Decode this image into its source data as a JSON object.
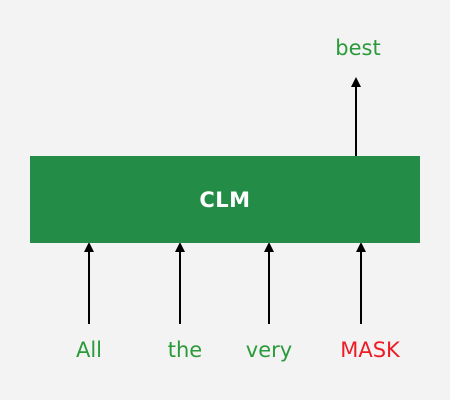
{
  "model": {
    "label": "CLM"
  },
  "input_tokens": [
    {
      "text": "All",
      "kind": "word"
    },
    {
      "text": "the",
      "kind": "word"
    },
    {
      "text": "very",
      "kind": "word"
    },
    {
      "text": "MASK",
      "kind": "mask"
    }
  ],
  "output_token": {
    "text": "best"
  },
  "colors": {
    "background": "#f3f3f3",
    "model_fill": "#238c47",
    "model_text": "#ffffff",
    "word_text": "#2a9a3a",
    "mask_text": "#ee1c24",
    "arrow": "#000000"
  }
}
